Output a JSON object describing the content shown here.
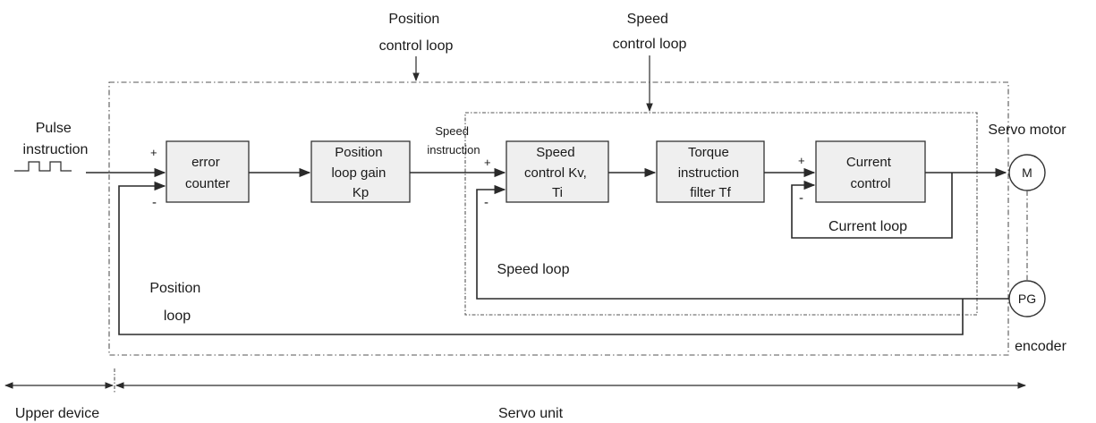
{
  "labels": {
    "position_control_loop": [
      "Position",
      "control loop"
    ],
    "speed_control_loop": [
      "Speed",
      "control loop"
    ],
    "pulse_instruction": [
      "Pulse",
      "instruction"
    ],
    "speed_instruction": [
      "Speed",
      "instruction"
    ],
    "servo_motor": "Servo motor",
    "encoder": "encoder",
    "current_loop": "Current loop",
    "speed_loop": "Speed loop",
    "position_loop": [
      "Position",
      "loop"
    ],
    "upper_device": "Upper device",
    "servo_unit": "Servo unit"
  },
  "blocks": {
    "error_counter": [
      "error",
      "counter"
    ],
    "position_gain": [
      "Position",
      "loop gain",
      "Kp"
    ],
    "speed_control": [
      "Speed",
      "control Kv,",
      "Ti"
    ],
    "torque_filter": [
      "Torque",
      "instruction",
      "filter Tf"
    ],
    "current_control": [
      "Current",
      "control"
    ]
  },
  "nodes": {
    "motor": "M",
    "pg": "PG"
  },
  "signs": {
    "plus": "+",
    "minus": "-"
  }
}
